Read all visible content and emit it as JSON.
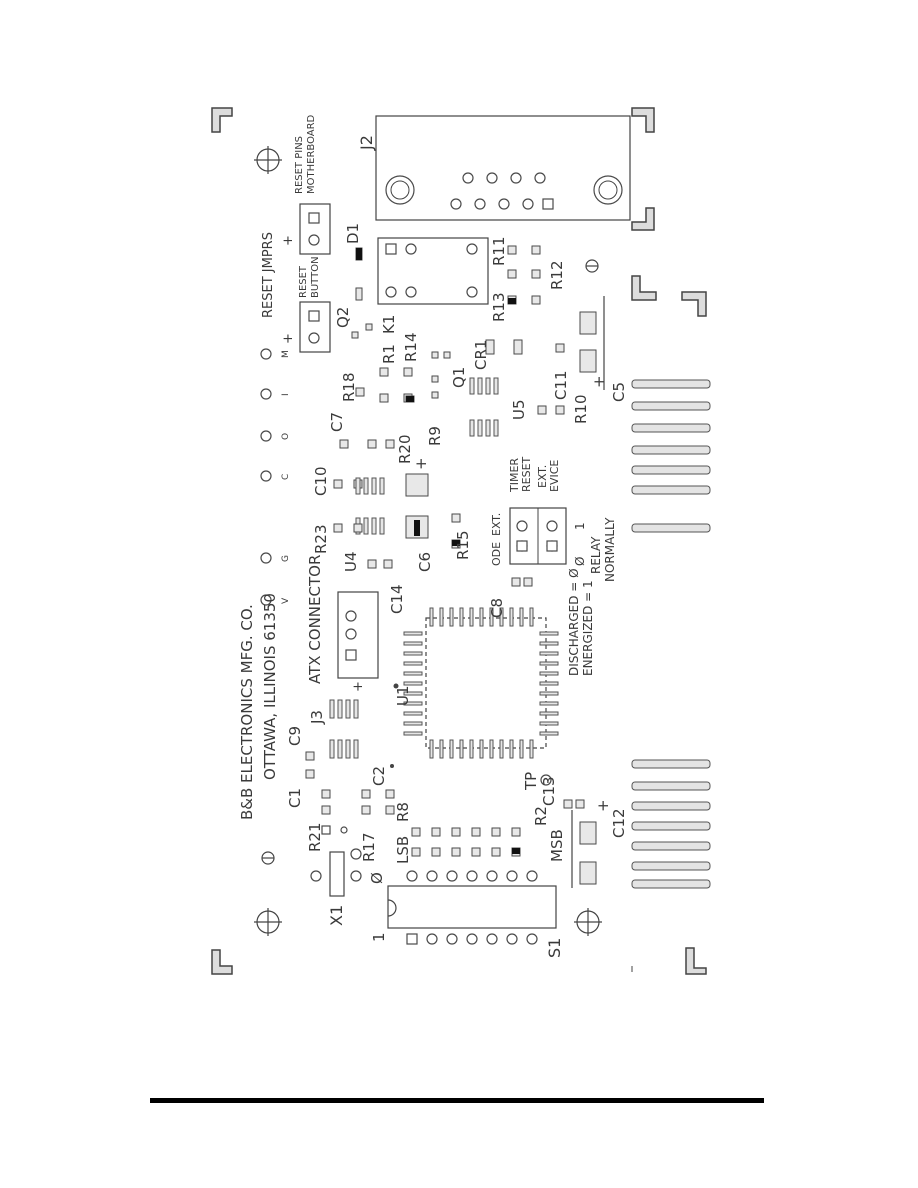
{
  "company": {
    "line1": "B&B ELECTRONICS MFG. CO.",
    "line2": "OTTAWA, ILLINOIS 61350"
  },
  "connectors": {
    "atx": "ATX CONNECTOR",
    "reset_pins": "RESET PINS",
    "motherboard": "MOTHERBOARD",
    "reset_jmprs": "RESET JMPRS",
    "reset": "RESET",
    "button": "BUTTON"
  },
  "relay": {
    "relay": "RELAY",
    "normally": "NORMALLY",
    "timer": "TIMER",
    "reset": "RESET",
    "ext": "EXT.",
    "evice": "EVICE",
    "ext_short": "EXT.",
    "ode": "ODE",
    "one": "1",
    "zero": "Ø"
  },
  "states": {
    "discharged": "DISCHARGED = Ø",
    "energized": "ENERGIZED = 1"
  },
  "leds": [
    "M",
    "I",
    "O",
    "C",
    "G",
    "V"
  ],
  "refs": {
    "j2": "J2",
    "d1": "D1",
    "q2": "Q2",
    "k1": "K1",
    "r1": "R1",
    "r14": "R14",
    "r18": "R18",
    "r11": "R11",
    "r12": "R12",
    "r13": "R13",
    "cr1": "CR1",
    "q1": "Q1",
    "c7": "C7",
    "r20": "R20",
    "r9": "R9",
    "u5": "U5",
    "c11": "C11",
    "r10": "R10",
    "c5": "C5",
    "c10": "C10",
    "r23": "R23",
    "u4": "U4",
    "c6": "C6",
    "r15": "R15",
    "c14": "C14",
    "c8": "C8",
    "u1": "U1",
    "j3": "J3",
    "c9": "C9",
    "c1": "C1",
    "c2": "C2",
    "r21": "R21",
    "r17": "R17",
    "r8": "R8",
    "lsb": "LSB",
    "msb": "MSB",
    "tp": "TP",
    "c13": "C13",
    "r2": "R2",
    "c12": "C12",
    "x1": "X1",
    "s1": "S1",
    "one": "1",
    "zero": "Ø",
    "plus": "+"
  }
}
